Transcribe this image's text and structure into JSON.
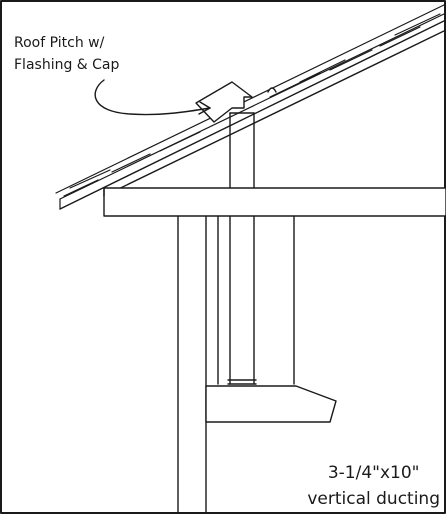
{
  "callout": {
    "line1": "Roof Pitch w/",
    "line2": "Flashing & Cap"
  },
  "ducting_label": {
    "line1": "3-1/4\"x10\"",
    "line2": "vertical ducting"
  },
  "colors": {
    "stroke": "#1a1a1a",
    "background": "#ffffff"
  }
}
